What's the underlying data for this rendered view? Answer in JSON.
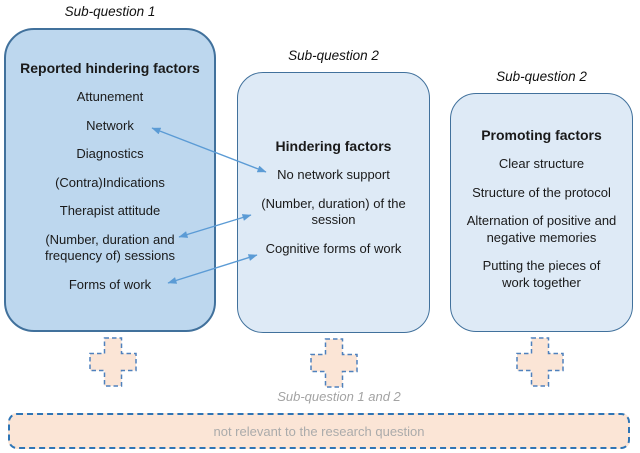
{
  "titles": {
    "left_column": "Sub-question 1",
    "middle_column": "Sub-question 2",
    "right_column": "Sub-question 2",
    "bottom_group": "Sub-question 1 and 2"
  },
  "boxes": {
    "left": {
      "heading": "Reported hindering factors",
      "items": [
        "Attunement",
        "Network",
        "Diagnostics",
        "(Contra)Indications",
        "Therapist attitude",
        "(Number, duration and frequency of) sessions",
        "Forms of work"
      ]
    },
    "middle": {
      "heading": "Hindering factors",
      "items": [
        "No network support",
        "(Number, duration) of the session",
        "Cognitive forms of work"
      ]
    },
    "right": {
      "heading": "Promoting factors",
      "items": [
        "Clear structure",
        "Structure of the protocol",
        "Alternation of positive and negative memories",
        "Putting the pieces of work together"
      ]
    }
  },
  "connections": [
    {
      "from": "Network",
      "to": "No network support",
      "style": "double-headed-arrow"
    },
    {
      "from": "(Number, duration and frequency of) sessions",
      "to": "(Number, duration) of the session",
      "style": "double-headed-arrow"
    },
    {
      "from": "Forms of work",
      "to": "Cognitive forms of work",
      "style": "double-headed-arrow"
    }
  ],
  "bottom_box": {
    "label": "not relevant to the research question"
  },
  "icons": {
    "plus_icons": [
      "plus-icon-left",
      "plus-icon-middle",
      "plus-icon-right"
    ]
  },
  "colors": {
    "left_box_fill": "#BDD7EE",
    "light_box_fill": "#DEEAF6",
    "box_border": "#41719C",
    "arrow": "#5B9BD5",
    "plus_fill": "#FBE5D6",
    "plus_border": "#4F81BD",
    "bottom_box_fill": "#FBE5D6",
    "bottom_box_border": "#2E75B6",
    "muted_text": "#A3A3A3"
  }
}
